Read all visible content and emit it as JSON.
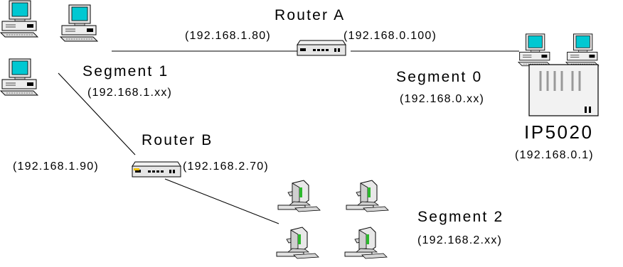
{
  "routers": {
    "a": {
      "name": "Router A",
      "ip_left": "(192.168.1.80)",
      "ip_right": "(192.168.0.100)"
    },
    "b": {
      "name": "Router B",
      "ip_left": "(192.168.1.90)",
      "ip_right": "(192.168.2.70)"
    }
  },
  "segments": {
    "s1": {
      "name": "Segment 1",
      "subnet": "(192.168.1.xx)"
    },
    "s0": {
      "name": "Segment 0",
      "subnet": "(192.168.0.xx)"
    },
    "s2": {
      "name": "Segment 2",
      "subnet": "(192.168.2.xx)"
    }
  },
  "device": {
    "name": "IP5020",
    "ip": "(192.168.0.1)"
  },
  "colors": {
    "screen": "#00c8d2",
    "accent": "#2db82d",
    "line": "#000000",
    "body": "#f2f2f2"
  },
  "icons": [
    "desktop-pc-icon",
    "monitor-pc-icon",
    "router-icon",
    "ip5020-unit-icon"
  ]
}
